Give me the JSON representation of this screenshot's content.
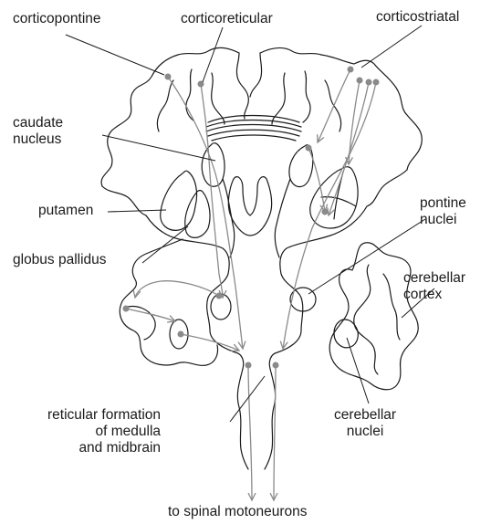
{
  "labels": {
    "corticopontine": "corticopontine",
    "corticoreticular": "corticoreticular",
    "corticostriatal": "corticostriatal",
    "caudate": "caudate\nnucleus",
    "putamen": "putamen",
    "globus_pallidus": "globus pallidus",
    "pontine_nuclei": "pontine\nnuclei",
    "cerebellar_cortex": "cerebellar\ncortex",
    "reticular_formation": "reticular formation\nof medulla\nand midbrain",
    "cerebellar_nuclei": "cerebellar\nnuclei",
    "to_spinal": "to spinal motoneurons"
  },
  "colors": {
    "outline": "#1a1a1a",
    "tract": "#8a8a8a",
    "background": "#ffffff"
  }
}
